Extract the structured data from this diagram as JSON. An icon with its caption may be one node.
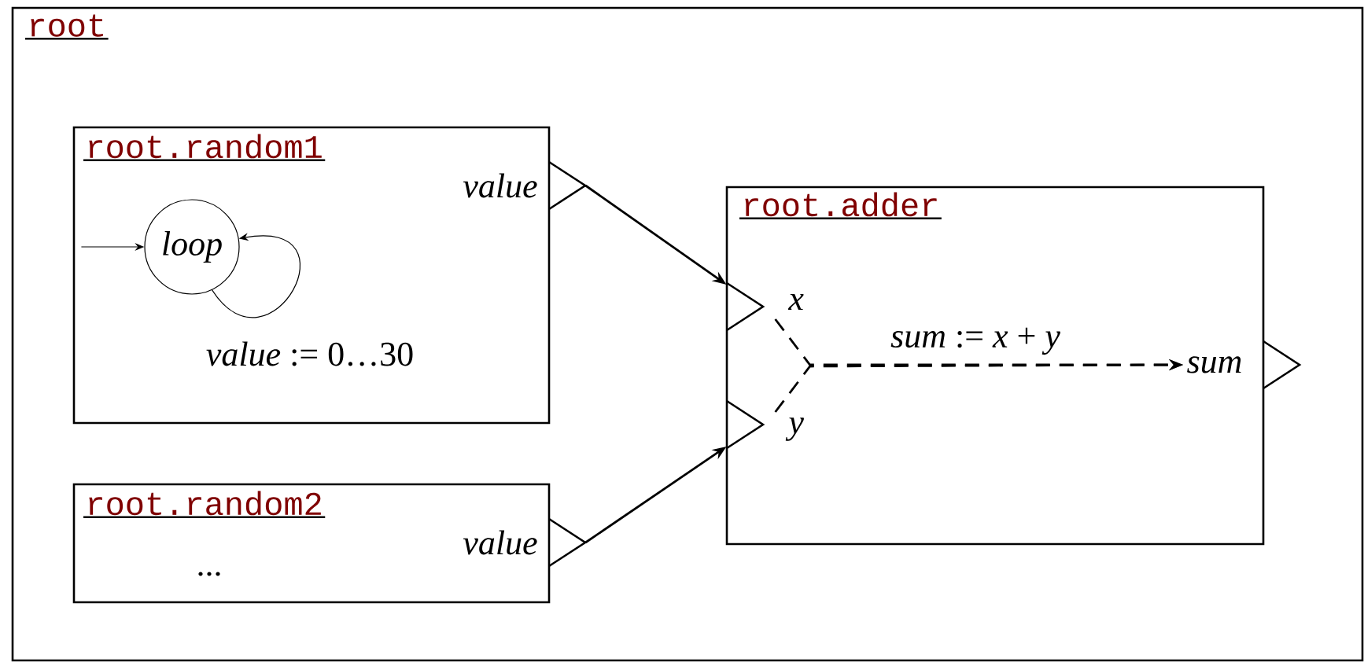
{
  "diagram": {
    "nodes": [
      {
        "text": [
          "root"
        ]
      },
      {
        "text": [
          "root.random1"
        ],
        "in": 0
      },
      {
        "text": [
          "value"
        ],
        "in": 0
      },
      {
        "text": [
          "loop"
        ],
        "in": 1
      },
      {
        "text": [
          "root.random2",
          "..."
        ],
        "in": 0
      },
      {
        "text": [
          "value"
        ],
        "in": 0
      },
      {
        "text": [
          "root.adder"
        ],
        "in": 0
      },
      {
        "text": [
          "x"
        ],
        "in": 6
      },
      {
        "text": [
          "y"
        ],
        "in": 6
      },
      {
        "text": [
          "sum"
        ],
        "in": 6
      },
      {
        "text": [],
        "shape": "triangle",
        "in": 0
      }
    ],
    "edges": [
      {
        "from": null,
        "to": 3,
        "arrow": "to"
      },
      {
        "from": 3,
        "to": 3,
        "arrow": "to",
        "label": "*value* := 0…30"
      },
      {
        "from": 2,
        "to": 7,
        "arrow": "to"
      },
      {
        "from": 5,
        "to": 8,
        "arrow": "to"
      },
      {
        "from": 7,
        "to": 9,
        "arrow": "to",
        "style": "dashed",
        "label": "*sum* := *x* + *y*"
      },
      {
        "from": 8,
        "to": 9,
        "arrow": "to",
        "style": "dashed"
      }
    ]
  }
}
